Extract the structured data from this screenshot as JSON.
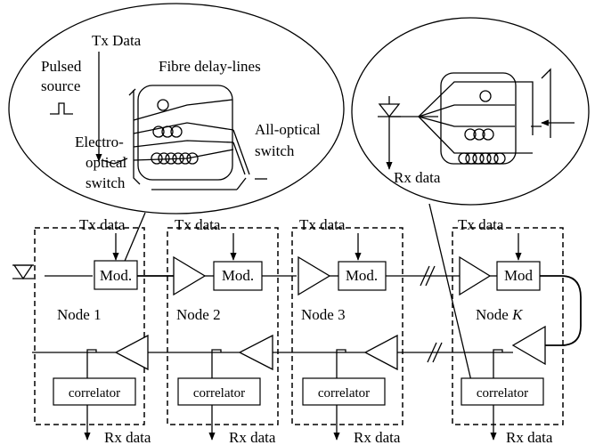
{
  "inset_left": {
    "tx_data": "Tx Data",
    "pulsed_source": [
      "Pulsed",
      "source"
    ],
    "fibre_delay_lines": "Fibre delay-lines",
    "electro_optical_switch": [
      "Electro-",
      "optical",
      "switch"
    ],
    "all_optical_switch": [
      "All-optical",
      "switch"
    ]
  },
  "inset_right": {
    "rx_data": "Rx data"
  },
  "nodes": [
    {
      "name": "Node 1",
      "tx": "Tx data",
      "mod": "Mod.",
      "correlator": "correlator",
      "rx": "Rx data"
    },
    {
      "name": "Node 2",
      "tx": "Tx data",
      "mod": "Mod.",
      "correlator": "correlator",
      "rx": "Rx data"
    },
    {
      "name": "Node 3",
      "tx": "Tx data",
      "mod": "Mod.",
      "correlator": "correlator",
      "rx": "Rx data"
    },
    {
      "name": "Node ",
      "name_italic": "K",
      "tx": "Tx data",
      "mod": "Mod",
      "correlator": "correlator",
      "rx": "Rx data"
    }
  ]
}
